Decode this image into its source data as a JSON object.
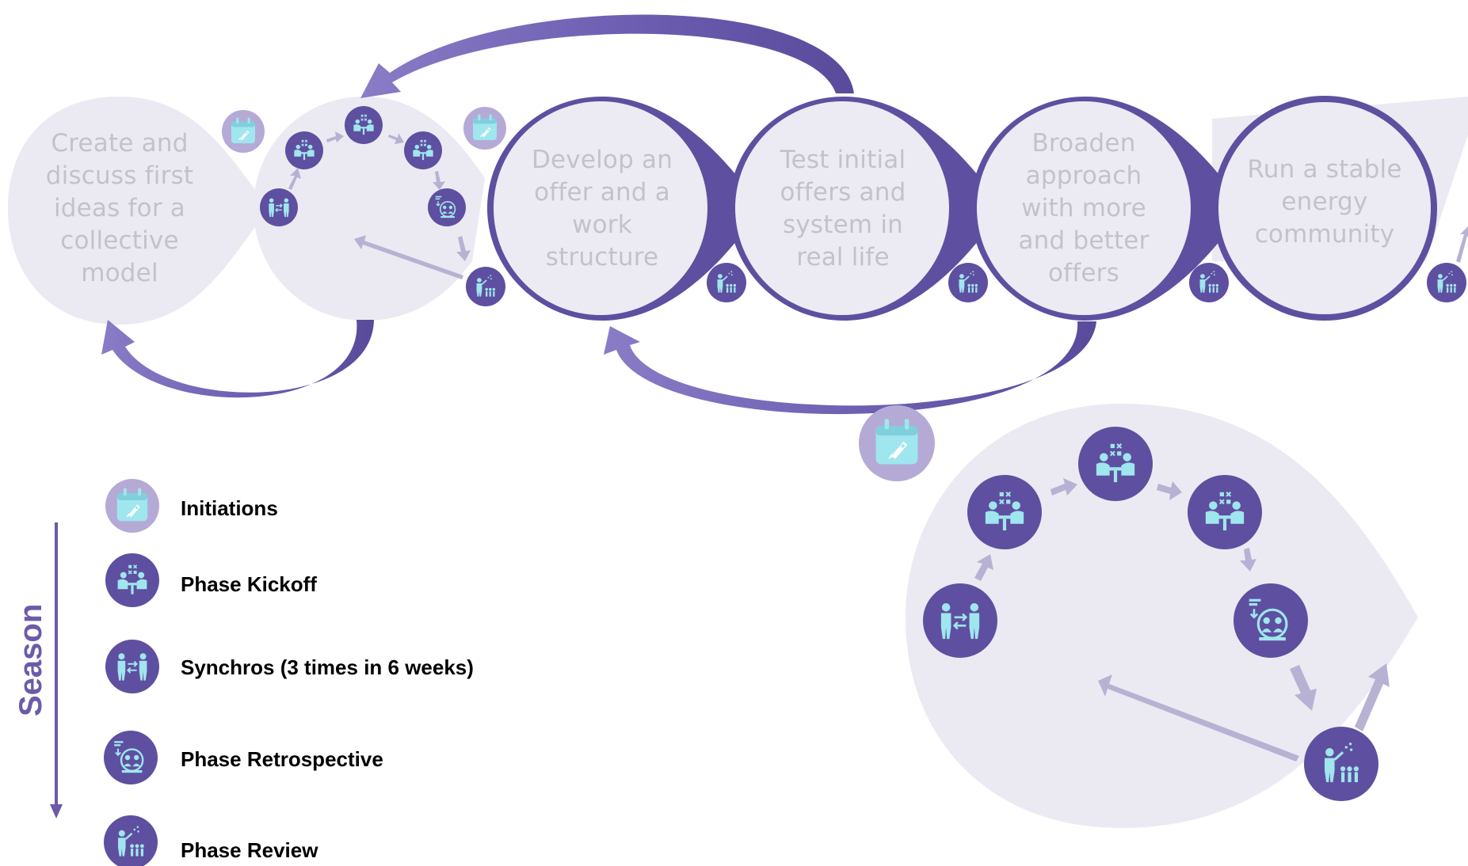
{
  "phases": [
    {
      "id": "create",
      "label_lines": [
        "Create and",
        "discuss first",
        "ideas for a",
        "collective",
        "model"
      ]
    },
    {
      "id": "develop",
      "label_lines": [
        "Develop an",
        "offer and a",
        "work",
        "structure"
      ]
    },
    {
      "id": "test",
      "label_lines": [
        "Test initial",
        "offers and",
        "system in",
        "real life"
      ]
    },
    {
      "id": "broaden",
      "label_lines": [
        "Broaden",
        "approach",
        "with more",
        "and better",
        "offers"
      ]
    },
    {
      "id": "run",
      "label_lines": [
        "Run a stable",
        "energy",
        "community"
      ]
    }
  ],
  "legend": {
    "axis_label": "Season",
    "items": [
      {
        "icon": "calendar-rocket-icon",
        "label": "Initiations"
      },
      {
        "icon": "meeting-table-icon",
        "label": "Phase Kickoff"
      },
      {
        "icon": "exchange-people-icon",
        "label": "Synchros (3 times in 6 weeks)"
      },
      {
        "icon": "retrospective-icon",
        "label": "Phase Retrospective"
      },
      {
        "icon": "presenter-review-icon",
        "label": "Phase Review"
      }
    ]
  },
  "colors": {
    "dark_purple": "#5f4fa0",
    "icon_cyan": "#9fe6ee",
    "circle_fill": "#ecebf3",
    "light_shape": "#ebeaf2",
    "light_arrow": "#b7b2d3",
    "initiation_fill": "#b5aad6",
    "text_gray": "#c3c2cc"
  }
}
